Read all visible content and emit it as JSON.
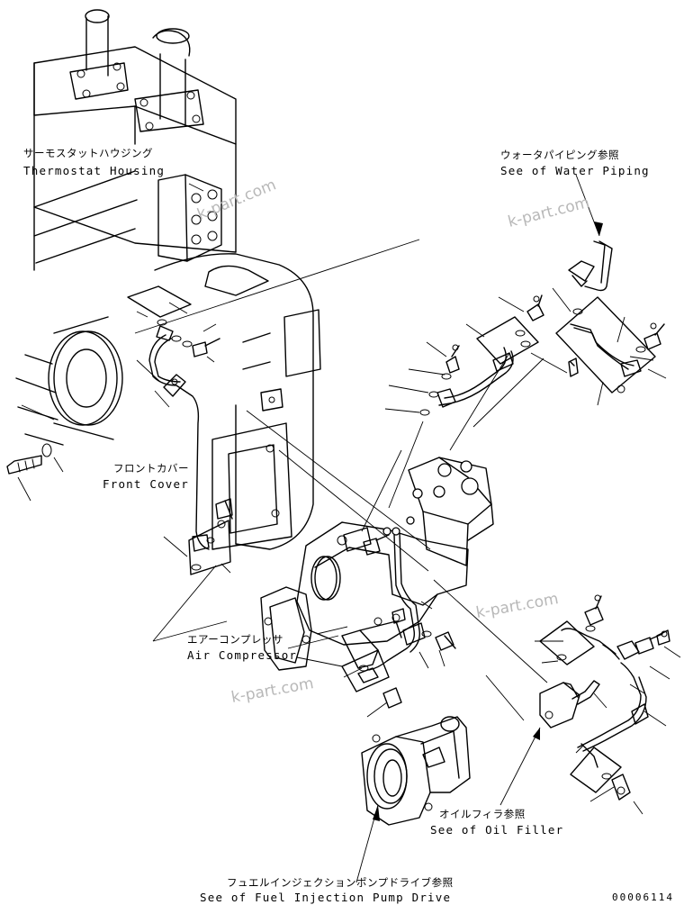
{
  "labels": {
    "thermostat_jp": "サーモスタットハウジング",
    "thermostat_en": "Thermostat Housing",
    "water_jp": "ウォータパイピング参照",
    "water_en": "See of Water Piping",
    "front_jp": "フロントカバー",
    "front_en": "Front Cover",
    "compressor_jp": "エアーコンプレッサ",
    "compressor_en": "Air Compressor",
    "oil_jp": "オイルフィラ参照",
    "oil_en": "See of Oil Filler",
    "fuel_jp": "フュエルインジェクションポンプドライブ参照",
    "fuel_en": "See of Fuel Injection Pump Drive"
  },
  "watermark": "k-part.com",
  "drawing_code": "00006114"
}
